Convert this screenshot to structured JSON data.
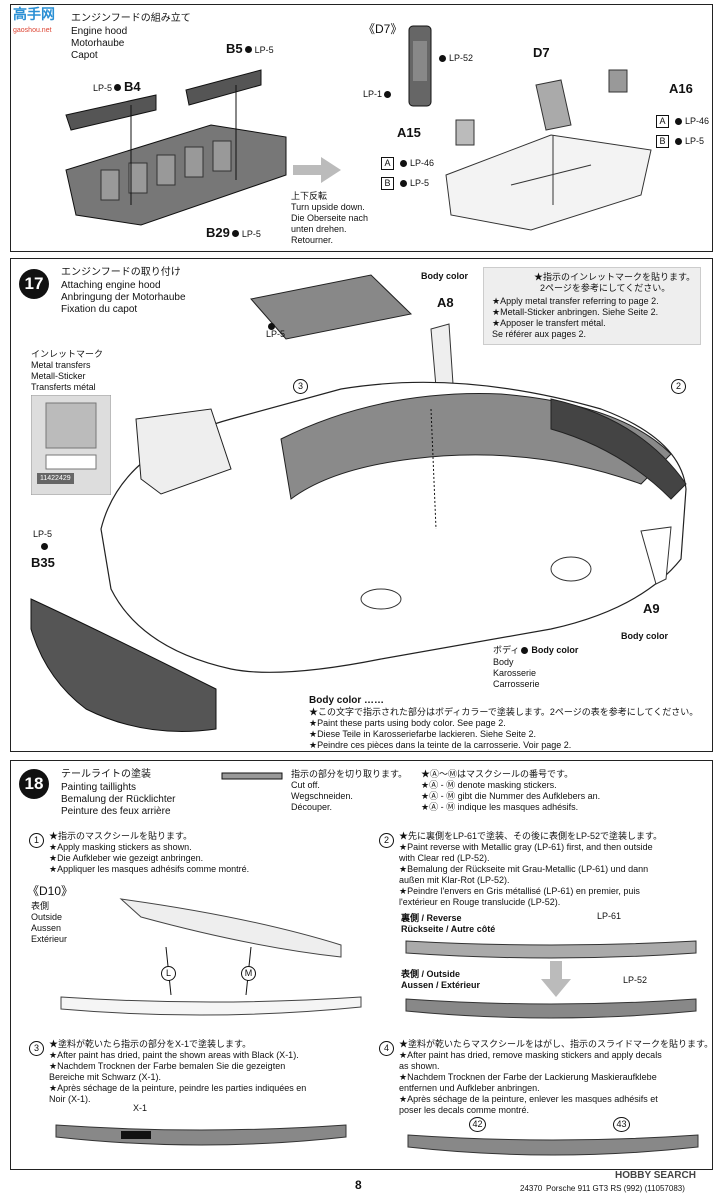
{
  "header": {
    "watermark": "高手网",
    "watermark_sub": "gaoshou.net"
  },
  "step16": {
    "title_jp": "エンジンフードの組み立て",
    "title_lines": [
      "Engine hood",
      "Motorhaube",
      "Capot"
    ],
    "parts": {
      "b4": "B4",
      "b5": "B5",
      "b29": "B29",
      "d7": "D7",
      "d7_group": "《D7》",
      "a15": "A15",
      "a16": "A16"
    },
    "paint": {
      "lp5": "LP-5",
      "lp52": "LP-52",
      "lp1": "LP-1",
      "lp46": "LP-46"
    },
    "variants": {
      "a": "A",
      "b": "B"
    },
    "turn_lines": [
      "上下反転",
      "Turn upside down.",
      "Die Oberseite nach",
      "unten drehen.",
      "Retourner."
    ]
  },
  "step17": {
    "number": "17",
    "title_jp": "エンジンフードの取り付け",
    "title_lines": [
      "Attaching engine hood",
      "Anbringung der Motorhaube",
      "Fixation du capot"
    ],
    "inlet_lines": [
      "インレットマーク",
      "Metal transfers",
      "Metall-Sticker",
      "Transferts métal"
    ],
    "inlet_code": "11422429",
    "transfer_note": [
      "★指示のインレットマークを貼ります。",
      "2ページを参考にしてください。",
      "★Apply metal transfer referring to page 2.",
      "★Metall-Sticker anbringen. Siehe Seite 2.",
      "★Apposer le transfert métal.",
      "Se référer aux pages 2."
    ],
    "body_color_label": "Body color",
    "a8": "A8",
    "a9": "A9",
    "b35": "B35",
    "lp5": "LP-5",
    "callouts": [
      "3",
      "2"
    ],
    "body_jp": "ボディ",
    "body_lines": [
      "Body",
      "Karosserie",
      "Carrosserie"
    ],
    "body_color_title": "Body color ……",
    "body_color_lines": [
      "★この文字で指示された部分はボディカラーで塗装します。2ページの表を参考にしてください。",
      "★Paint these parts using body color. See page 2.",
      "★Diese Teile in Karosseriefarbe lackieren. Siehe Seite 2.",
      "★Peindre ces pièces dans la teinte de la carrosserie. Voir page 2."
    ]
  },
  "step18": {
    "number": "18",
    "title_jp": "テールライトの塗装",
    "title_lines": [
      "Painting taillights",
      "Bemalung der Rücklichter",
      "Peinture des feux arrière"
    ],
    "cut_lines": [
      "指示の部分を切り取ります。",
      "Cut off.",
      "Wegschneiden.",
      "Découper."
    ],
    "mask_lines": [
      "★Ⓐ〜Ⓜはマスクシールの番号です。",
      "★Ⓐ - Ⓜ denote masking stickers.",
      "★Ⓐ - Ⓜ gibt die Nummer des Aufklebers an.",
      "★Ⓐ - Ⓜ indique les masques adhésifs."
    ],
    "sub1_num": "1",
    "sub1": [
      "★指示のマスクシールを貼ります。",
      "★Apply masking stickers as shown.",
      "★Die Aufkleber wie gezeigt anbringen.",
      "★Appliquer les masques adhésifs comme montré."
    ],
    "d10": "《D10》",
    "outside_lines": [
      "表側",
      "Outside",
      "Aussen",
      "Extérieur"
    ],
    "mask_l": "L",
    "mask_m": "M",
    "sub2_num": "2",
    "sub2": [
      "★先に裏側をLP-61で塗装、その後に表側をLP-52で塗装します。",
      "★Paint reverse with Metallic gray (LP-61) first, and then outside",
      "with Clear red (LP-52).",
      "★Bemalung der Rückseite mit Grau-Metallic (LP-61) und dann",
      "außen mit Klar-Rot (LP-52).",
      "★Peindre l'envers en Gris métallisé (LP-61) en premier, puis",
      "l'extérieur en Rouge translucide (LP-52)."
    ],
    "reverse_lines": [
      "裏側 / Reverse",
      "Rückseite / Autre côté"
    ],
    "outside2_lines": [
      "表側 / Outside",
      "Aussen / Extérieur"
    ],
    "lp61": "LP-61",
    "lp52": "LP-52",
    "sub3_num": "3",
    "sub3": [
      "★塗料が乾いたら指示の部分をX-1で塗装します。",
      "★After paint has dried, paint the shown areas with Black (X-1).",
      "★Nachdem Trocknen der Farbe bemalen Sie die gezeigten",
      "Bereiche mit Schwarz (X-1).",
      "★Après séchage de la peinture, peindre les parties indiquées en",
      "Noir (X-1)."
    ],
    "x1": "X-1",
    "sub4_num": "4",
    "sub4": [
      "★塗料が乾いたらマスクシールをはがし、指示のスライドマークを貼ります。",
      "★After paint has dried, remove masking stickers and apply decals",
      "as shown.",
      "★Nachdem Trocknen der Farbe der Lackierung Maskieraufklebe",
      "entfernen und Aufkleber anbringen.",
      "★Après séchage de la peinture, enlever les masques adhésifs et",
      "poser les decals comme montré."
    ],
    "decal_a": "42",
    "decal_b": "43"
  },
  "footer": {
    "page": "8",
    "code": "24370",
    "model": "Porsche 911 GT3 RS (992) (11057083)",
    "source": "HOBBY SEARCH"
  }
}
